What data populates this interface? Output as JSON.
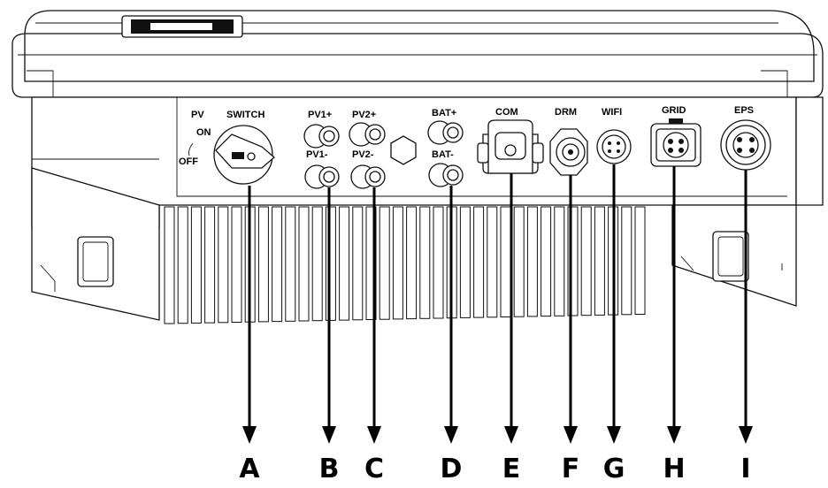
{
  "panel": {
    "pv_label": "PV",
    "switch_label": "SWITCH",
    "on_label": "ON",
    "off_label": "OFF"
  },
  "ports": {
    "pv1_plus": "PV1+",
    "pv1_minus": "PV1-",
    "pv2_plus": "PV2+",
    "pv2_minus": "PV2-",
    "bat_plus": "BAT+",
    "bat_minus": "BAT-",
    "com": "COM",
    "drm": "DRM",
    "wifi": "WIFI",
    "grid": "GRID",
    "eps": "EPS"
  },
  "callouts": {
    "a": "A",
    "b": "B",
    "c": "C",
    "d": "D",
    "e": "E",
    "f": "F",
    "g": "G",
    "h": "H",
    "i": "I"
  }
}
